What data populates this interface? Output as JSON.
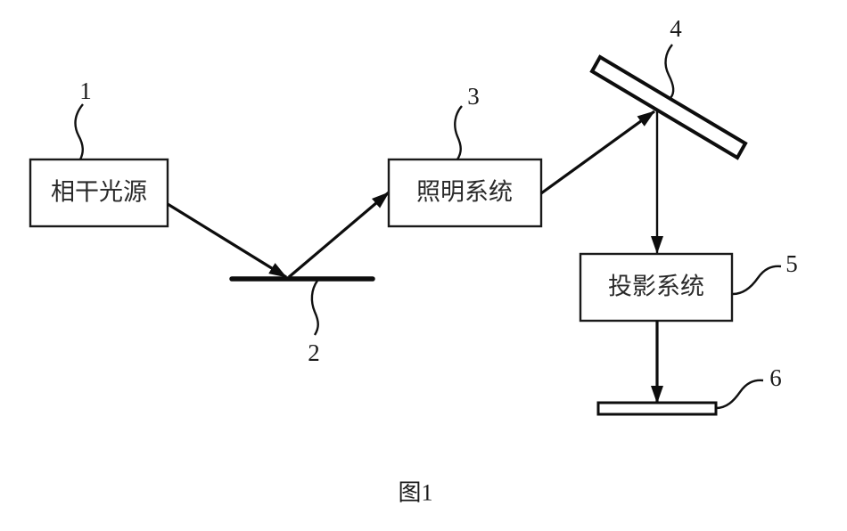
{
  "figure": {
    "caption": "图1",
    "type": "optical lithography system block diagram"
  },
  "components": {
    "light_source": {
      "ref": "1",
      "label": "相干光源"
    },
    "reflector": {
      "ref": "2",
      "label": ""
    },
    "illumination_system": {
      "ref": "3",
      "label": "照明系统"
    },
    "mask": {
      "ref": "4",
      "label": ""
    },
    "projection_system": {
      "ref": "5",
      "label": "投影系统"
    },
    "wafer": {
      "ref": "6",
      "label": ""
    }
  },
  "beam_path": [
    {
      "from": "light_source",
      "to": "reflector"
    },
    {
      "from": "reflector",
      "to": "illumination_system"
    },
    {
      "from": "illumination_system",
      "to": "mask"
    },
    {
      "from": "mask",
      "to": "projection_system"
    },
    {
      "from": "projection_system",
      "to": "wafer"
    }
  ],
  "colors": {
    "stroke": "#0d0d0d",
    "background": "#ffffff",
    "text": "#2a2a2a"
  }
}
